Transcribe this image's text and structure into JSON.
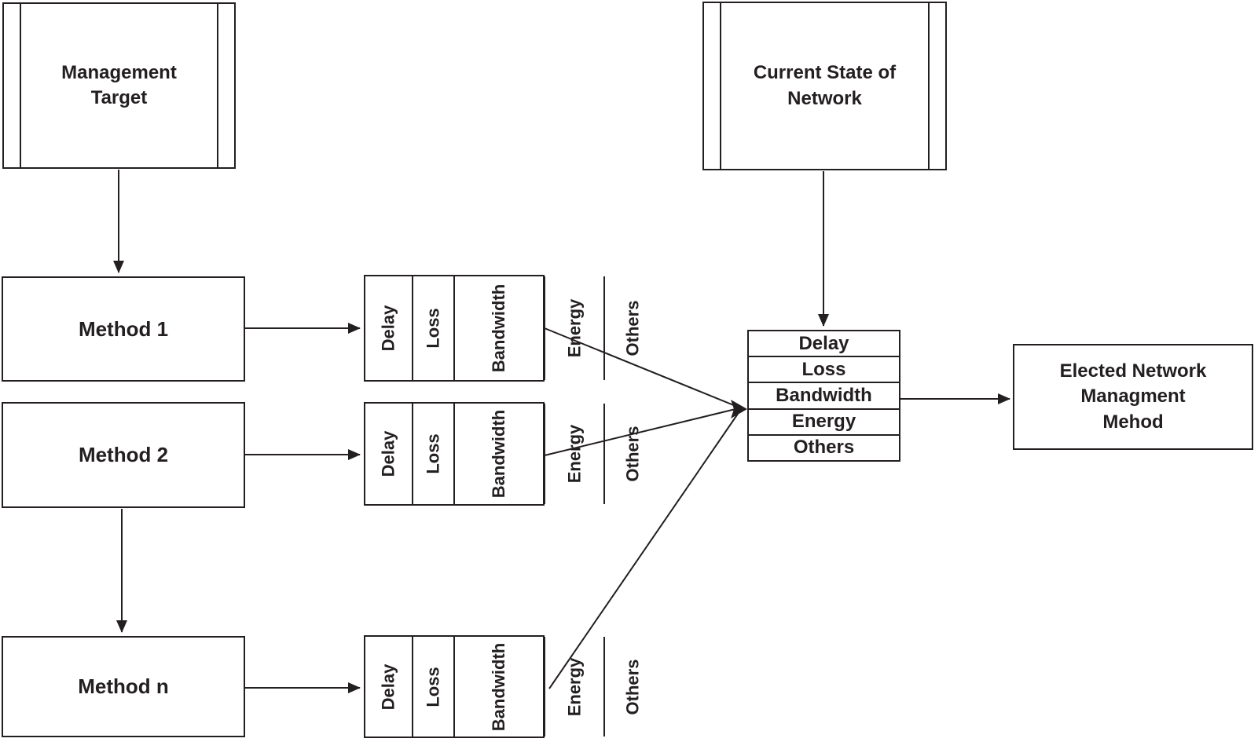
{
  "nodes": {
    "management_target": {
      "label": "Management\nTarget"
    },
    "current_state": {
      "label": "Current State of\nNetwork"
    },
    "method_1": {
      "label": "Method 1"
    },
    "method_2": {
      "label": "Method 2"
    },
    "method_n": {
      "label": "Method n"
    },
    "elected_method": {
      "label": "Elected Network\nManagment\nMehod"
    }
  },
  "criteria": {
    "items": [
      "Delay",
      "Loss",
      "Bandwidth",
      "Energy",
      "Others"
    ]
  },
  "comparison_table": {
    "rows": [
      "Delay",
      "Loss",
      "Bandwidth",
      "Energy",
      "Others"
    ]
  },
  "colors": {
    "ink": "#231f20",
    "background": "#ffffff"
  }
}
